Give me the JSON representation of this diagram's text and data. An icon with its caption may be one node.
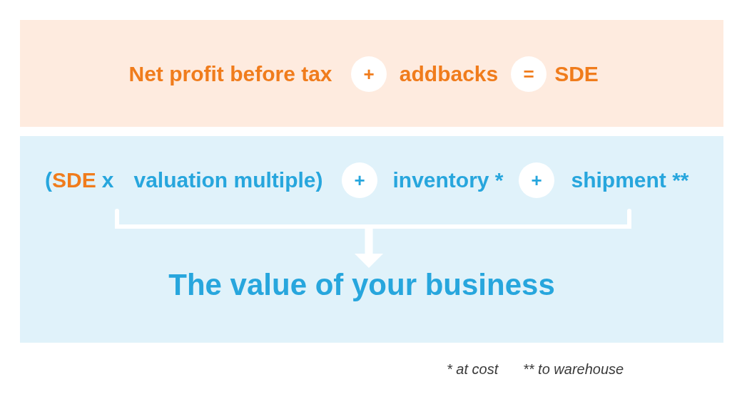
{
  "diagram": {
    "nodes": [
      {
        "text": [
          "Net profit before tax",
          "addbacks",
          "SDE"
        ]
      },
      {
        "text": [
          "+"
        ],
        "in": 0
      },
      {
        "text": [
          "="
        ],
        "in": 0
      },
      {
        "text": [
          "(",
          "SDE",
          "x",
          "valuation multiple)",
          "inventory *",
          "shipment **"
        ]
      },
      {
        "text": [
          "+"
        ],
        "in": 3
      },
      {
        "text": [
          "+"
        ],
        "in": 3
      },
      {
        "text": [],
        "shape": "bracket",
        "in": 3
      },
      {
        "text": [
          "The value of your business"
        ],
        "in": 3
      }
    ],
    "edges": [
      {
        "from": 6,
        "to": 7,
        "arrow": "to"
      }
    ],
    "labels": [
      "* at cost",
      "** to warehouse"
    ]
  }
}
